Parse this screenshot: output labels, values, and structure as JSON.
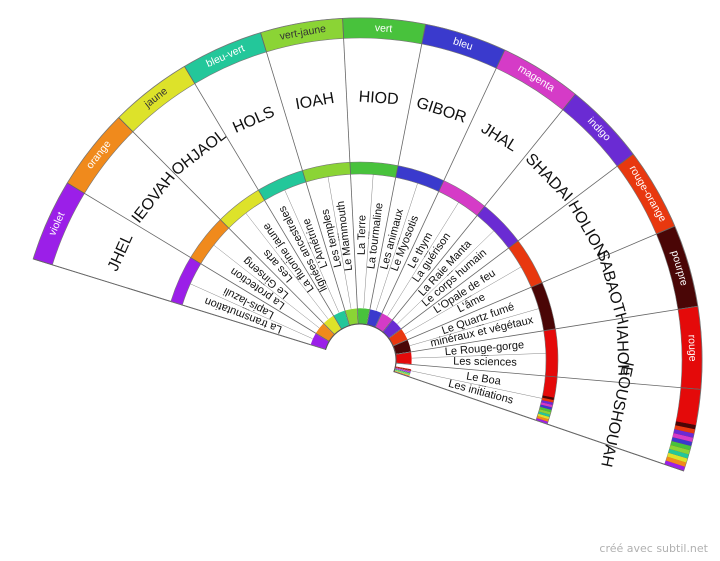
{
  "footer": "créé avec subtil.net",
  "colors": {
    "violet": "#9b1fe8",
    "orange": "#f08a1c",
    "jaune": "#dde22a",
    "bleu-vert": "#23c79a",
    "vert-jaune": "#8bd435",
    "vert": "#48c23c",
    "bleu": "#3a3acd",
    "magenta": "#d53bc7",
    "indigo": "#6a2bd3",
    "rouge-orange": "#e8380f",
    "pourpre": "#4a0606",
    "rouge": "#e40a0a"
  },
  "sectors": [
    {
      "name": "JHEL",
      "color_label": "violet",
      "color": "violet",
      "inner": [
        "La transmutation",
        "Lapis-lazuli"
      ]
    },
    {
      "name": "IEOVAH",
      "color_label": "orange",
      "color": "orange",
      "inner": [
        "La protection",
        "Le Ginseng"
      ]
    },
    {
      "name": "OHJAOL",
      "color_label": "jaune",
      "color": "jaune",
      "inner": [
        "Les arts",
        "La fluorine jaune"
      ]
    },
    {
      "name": "HOLS",
      "color_label": "bleu-vert",
      "color": "bleu-vert",
      "inner": [
        "lignées ancestrales",
        "L'Amétrine"
      ]
    },
    {
      "name": "IOAH",
      "color_label": "vert-jaune",
      "color": "vert-jaune",
      "inner": [
        "Les temples",
        "Le Mammouth"
      ]
    },
    {
      "name": "HIOD",
      "color_label": "vert",
      "color": "vert",
      "inner": [
        "La Terre",
        "La tourmaline"
      ]
    },
    {
      "name": "GIBOR",
      "color_label": "bleu",
      "color": "bleu",
      "inner": [
        "Les animaux",
        "Le Myosotis"
      ]
    },
    {
      "name": "JHAL",
      "color_label": "magenta",
      "color": "magenta",
      "inner": [
        "Le thym",
        "La guérison"
      ]
    },
    {
      "name": "SHADAI",
      "color_label": "indigo",
      "color": "indigo",
      "inner": [
        "La Raie Manta",
        "Le corps humain"
      ]
    },
    {
      "name": "HOLION",
      "color_label": "rouge-orange",
      "color": "rouge-orange",
      "inner": [
        "L'Opale de feu",
        "L'âme"
      ]
    },
    {
      "name": "SABAOTH",
      "color_label": "pourpre",
      "color": "pourpre",
      "inner": [
        "Le Quartz fumé",
        "minéraux et végétaux"
      ]
    },
    {
      "name": "IAHOH",
      "color_label": "rouge",
      "color": "rouge",
      "inner": [
        "Le Rouge-gorge",
        "Les sciences"
      ]
    },
    {
      "name": "IEOUSHOUAH",
      "color_label": "",
      "color": "",
      "inner": [
        "Le Boa",
        "Les initiations"
      ]
    }
  ],
  "separator": "---"
}
